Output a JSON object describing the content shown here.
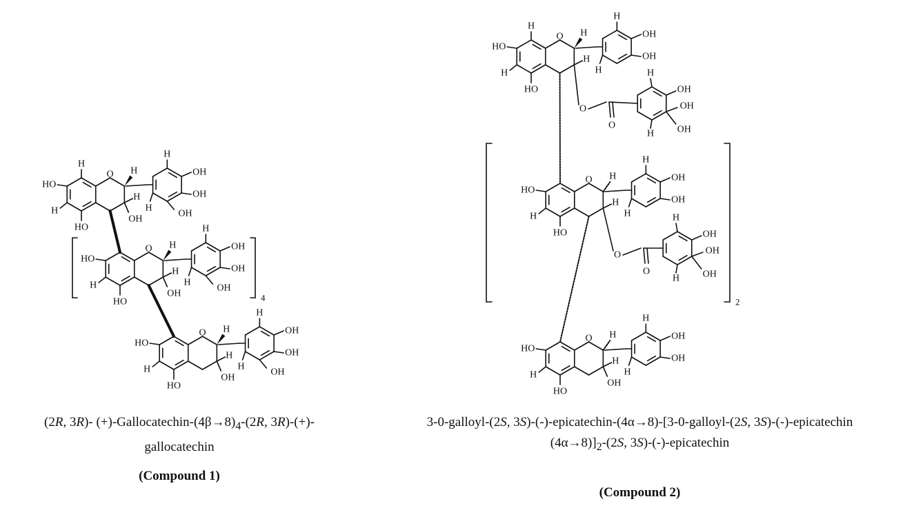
{
  "compound1": {
    "name_parts": {
      "p1": "(2",
      "p2": "R",
      "p3": ", 3",
      "p4": "R",
      "p5": ")- (+)-Gallocatechin-(4β→8)",
      "p6": "4",
      "p7": "-(2",
      "p8": "R",
      "p9": ", 3",
      "p10": "R",
      "p11": ")-(+)-",
      "p12": "gallocatechin"
    },
    "label": "(Compound 1)",
    "bracket_subscript": "4"
  },
  "compound2": {
    "name_parts": {
      "p1": "3-0-galloyl-(2",
      "p2": "S",
      "p3": ", 3",
      "p4": "S",
      "p5": ")-(-)-epicatechin-(4α→8)-[3-0-galloyl-(2",
      "p6": "S",
      "p7": ", 3",
      "p8": "S",
      "p9": ")-(-)-epicatechin",
      "p10": "(4α→8)]",
      "p11": "2",
      "p12": "-(2",
      "p13": "S",
      "p14": ", 3",
      "p15": "S",
      "p16": ")-(-)-epicatechin"
    },
    "label": "(Compound 2)",
    "bracket_subscript": "2"
  },
  "atom_labels": {
    "hydroxyl": "OH",
    "hydroxyl_left": "HO",
    "oxygen": "O",
    "hydrogen": "H"
  }
}
